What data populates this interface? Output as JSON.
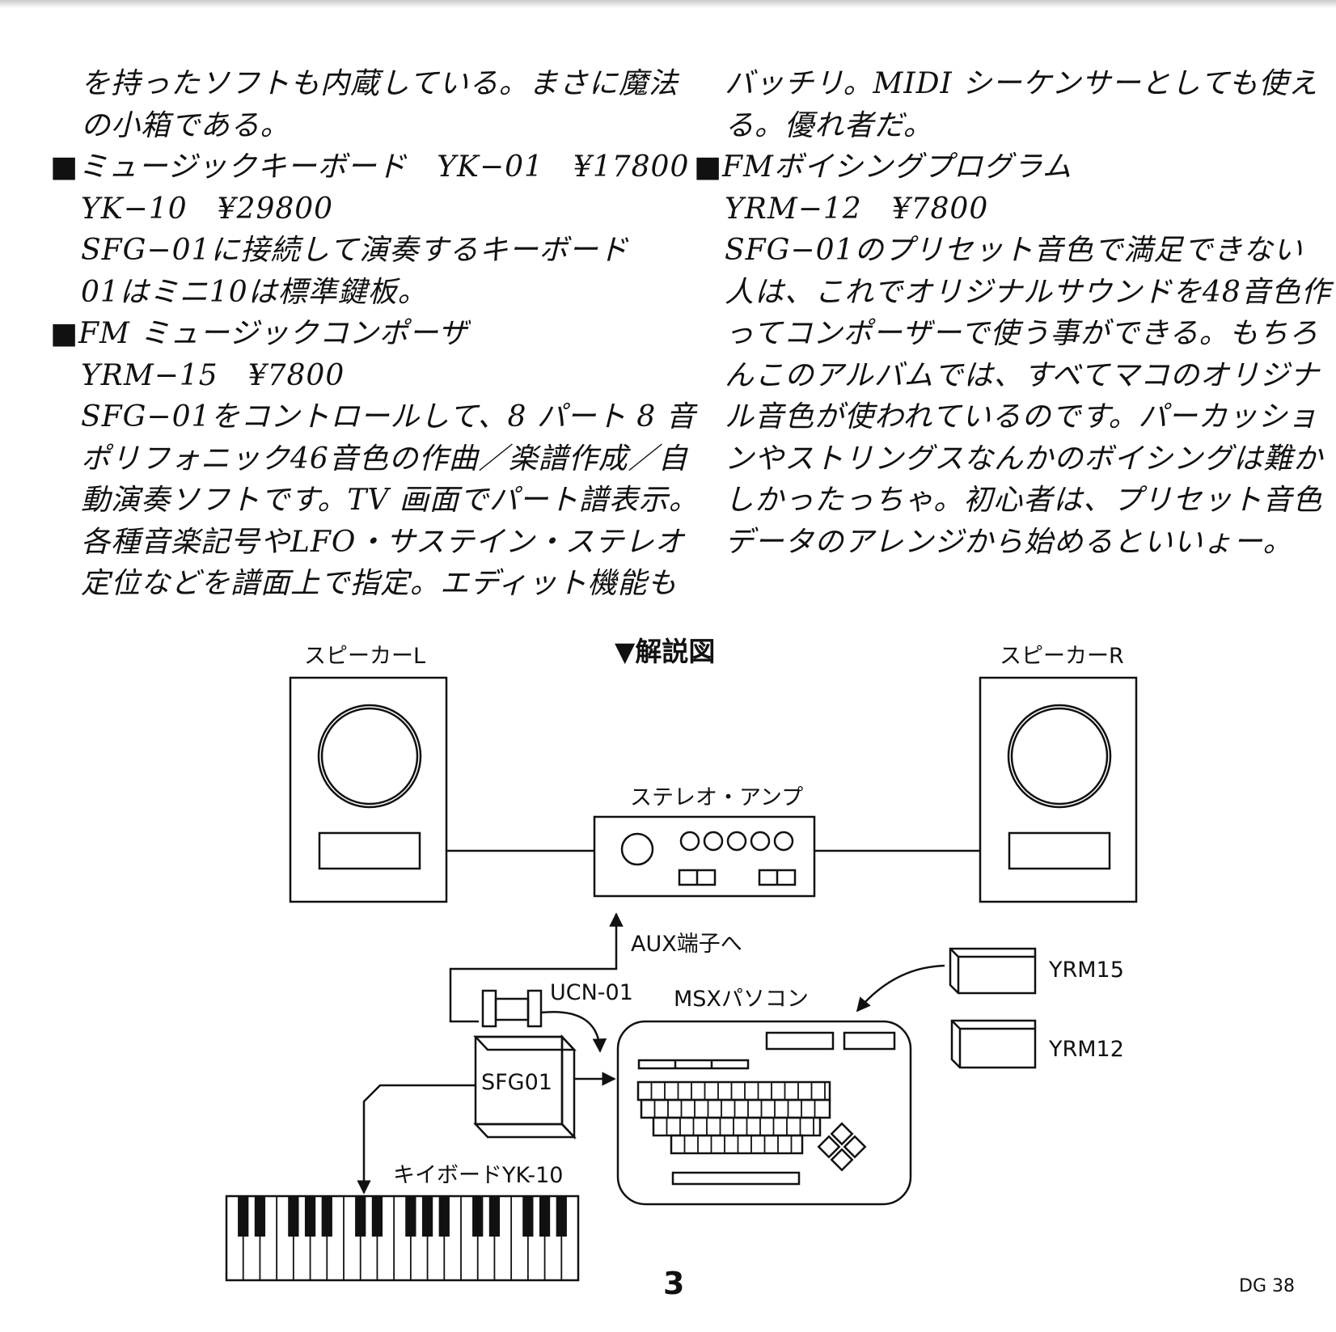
{
  "left_column": [
    {
      "text": "を持ったソフトも内蔵している。まさに魔法",
      "indent": true
    },
    {
      "text": "の小箱である。",
      "indent": true
    },
    {
      "bullet": "■",
      "text": "ミュージックキーボード　YK−01　¥17800"
    },
    {
      "text": "YK−10　¥29800",
      "indent": true
    },
    {
      "text": "SFG−01に接続して演奏するキーボード",
      "indent": true
    },
    {
      "text": "01はミニ10は標準鍵板。",
      "indent": true
    },
    {
      "bullet": "■",
      "text": "FM ミュージックコンポーザ"
    },
    {
      "text": "YRM−15　¥7800",
      "indent": true
    },
    {
      "text": "SFG−01をコントロールして、8 パート 8 音",
      "indent": true
    },
    {
      "text": "ポリフォニック46音色の作曲／楽譜作成／自",
      "indent": true
    },
    {
      "text": "動演奏ソフトです。TV 画面でパート譜表示。",
      "indent": true
    },
    {
      "text": "各種音楽記号やLFO・サステイン・ステレオ",
      "indent": true
    },
    {
      "text": "定位などを譜面上で指定。エディット機能も",
      "indent": true
    }
  ],
  "right_column": [
    {
      "text": "バッチリ。MIDI シーケンサーとしても使え",
      "indent": true
    },
    {
      "text": "る。優れ者だ。",
      "indent": true
    },
    {
      "bullet": "■",
      "text": "FMボイシングプログラム"
    },
    {
      "text": "YRM−12　¥7800",
      "indent": true
    },
    {
      "text": "SFG−01のプリセット音色で満足できない",
      "indent": true
    },
    {
      "text": "人は、これでオリジナルサウンドを48音色作",
      "indent": true
    },
    {
      "text": "ってコンポーザーで使う事ができる。もちろ",
      "indent": true
    },
    {
      "text": "んこのアルバムでは、すべてマコのオリジナ",
      "indent": true
    },
    {
      "text": "ル音色が使われているのです。パーカッショ",
      "indent": true
    },
    {
      "text": "ンやストリングスなんかのボイシングは難か",
      "indent": true
    },
    {
      "text": "しかったっちゃ。初心者は、プリセット音色",
      "indent": true
    },
    {
      "text": "データのアレンジから始めるといいょー。",
      "indent": true
    }
  ],
  "diagram": {
    "title": "▼解説図",
    "speaker_left": "スピーカーL",
    "speaker_right": "スピーカーR",
    "amp": "ステレオ・アンプ",
    "aux": "AUX端子へ",
    "ucn": "UCN-01",
    "msx": "MSXパソコン",
    "sfg": "SFG01",
    "keyboard": "キイボードYK-10",
    "yrm15": "YRM15",
    "yrm12": "YRM12"
  },
  "page_number": "3",
  "catalog_number": "DG 38"
}
